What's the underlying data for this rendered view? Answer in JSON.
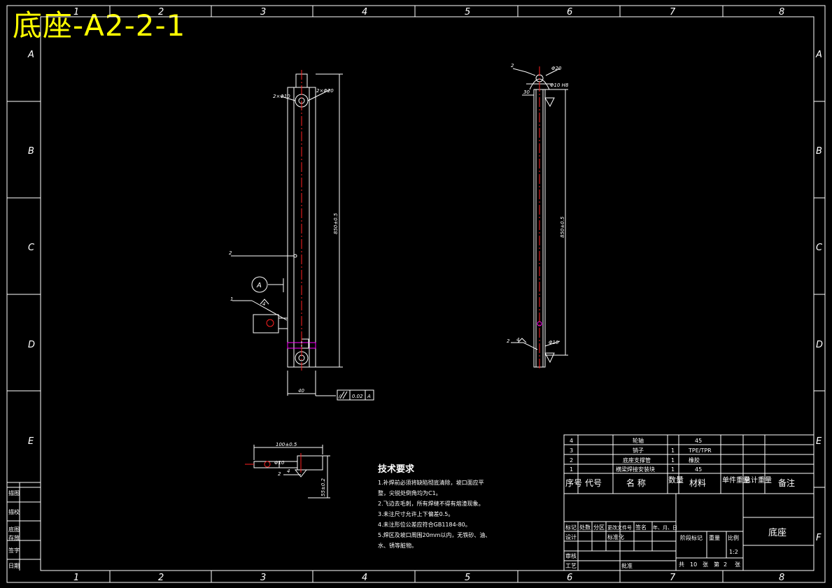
{
  "title": "底座-A2-2-1",
  "frame": {
    "col_numbers": [
      "1",
      "2",
      "3",
      "4",
      "5",
      "6",
      "7",
      "8"
    ],
    "row_letters": [
      "A",
      "B",
      "C",
      "D",
      "E",
      "F"
    ],
    "side_labels": [
      "描图",
      "描校",
      "底图",
      "存放",
      "签字",
      "日期"
    ]
  },
  "front_view": {
    "label_top_left": "2×Φ10",
    "label_top_right": "2×Φ20",
    "callout_2": "2",
    "callout_1": "1",
    "view_marker": "A",
    "dim_length": "850±0.5",
    "dim_width": "40",
    "tolerance": [
      "//",
      "0.02",
      "A"
    ],
    "weld_1": "4"
  },
  "side_view": {
    "callout_2_top": "2",
    "label_top": "Φ20",
    "label_hole": "Φ10 H8",
    "dim_30": "30",
    "dim_length": "850±0.5",
    "callout_2_bottom": "2",
    "weld_bottom": "4",
    "label_bottom": "Φ10"
  },
  "detail_view": {
    "dim_top": "100±0.5",
    "dim_side": "55±0.2",
    "callout_2": "2",
    "label_hole": "Φ10",
    "weld": "4"
  },
  "tech_requirements": {
    "heading": "技术要求",
    "lines": [
      "1.补焊前必须将缺陷彻底清除，坡口面应平",
      "  整，尖锐处倒角均为C1。",
      "2.飞边去毛刺，所有焊缝不得有熔渣现象。",
      "3.未注尺寸允许上下偏差0.5。",
      "4.未注形位公差应符合GB1184-80。",
      "5.焊区及坡口周围20mm以内，无铁砂、油、",
      "  水、锈等脏物。"
    ]
  },
  "bom": {
    "rows": [
      {
        "no": "4",
        "code": "",
        "name": "轮轴",
        "qty": "",
        "material": "45"
      },
      {
        "no": "3",
        "code": "",
        "name": "销子",
        "qty": "1",
        "material": "TPE/TPR"
      },
      {
        "no": "2",
        "code": "",
        "name": "底座支撑管",
        "qty": "1",
        "material": "橡胶"
      },
      {
        "no": "1",
        "code": "",
        "name": "横梁焊接安装块",
        "qty": "1",
        "material": "45"
      }
    ],
    "header": {
      "no": "序号",
      "code": "代号",
      "name": "名 称",
      "qty": "数量",
      "material": "材料",
      "unit_weight": "单件重量",
      "total_weight": "总计重量",
      "remarks": "备注"
    }
  },
  "title_block": {
    "drawing_name": "底座",
    "marks": "标记",
    "count": "处数",
    "zone": "分区",
    "change_no": "更改文件号",
    "signature": "签名",
    "date": "年、月、日",
    "design": "设计",
    "standardize": "标准化",
    "stage_mark": "阶段标记",
    "weight": "重量",
    "scale": "比例",
    "scale_value": "1:2",
    "review": "审核",
    "process": "工艺",
    "approve": "批准",
    "total_sheets_label": "共",
    "total_sheets": "10",
    "sheet_label": "张",
    "sheet_no_label": "第",
    "sheet_no": "2",
    "sheet_label2": "张"
  },
  "colors": {
    "background": "#000000",
    "line": "#ffffff",
    "centerline": "#ff2020",
    "title": "#ffff00",
    "accent": "#ff00ff"
  }
}
